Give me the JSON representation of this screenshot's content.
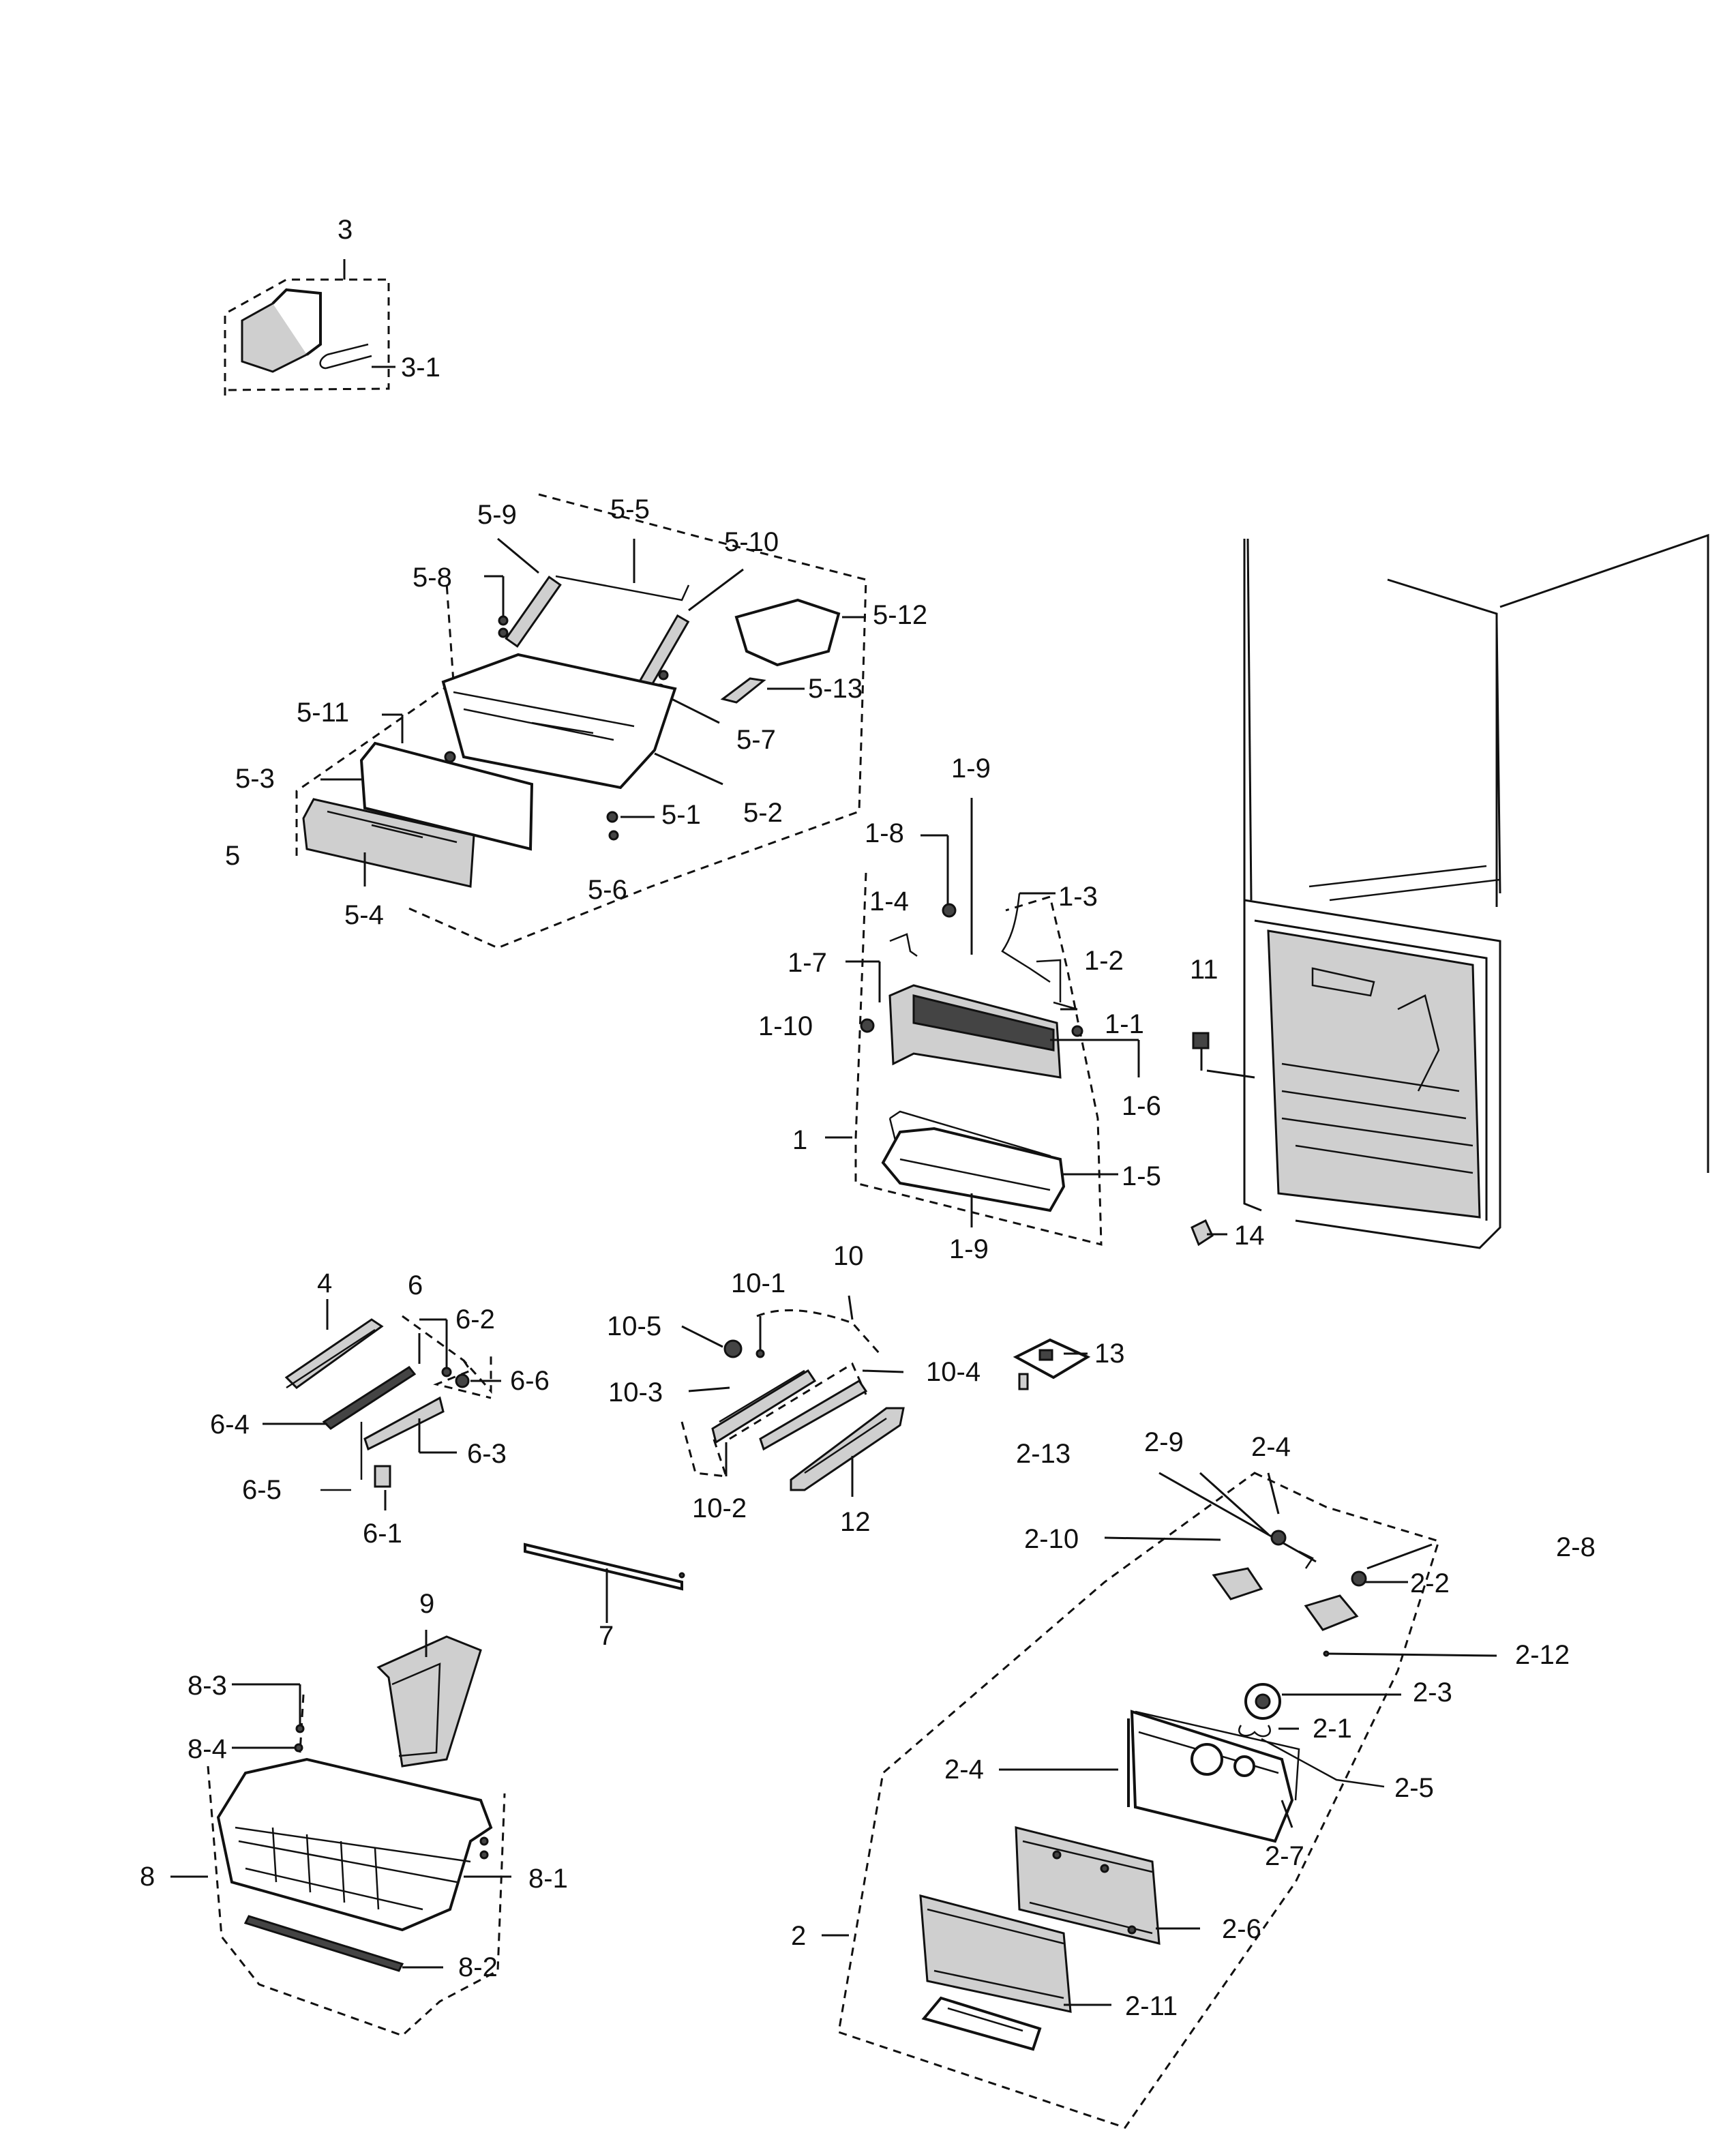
{
  "labels": {
    "l3": "3",
    "l3_1": "3-1",
    "l5_9": "5-9",
    "l5_5": "5-5",
    "l5_10": "5-10",
    "l5_8": "5-8",
    "l5_12": "5-12",
    "l5_13": "5-13",
    "l5_11": "5-11",
    "l5_7": "5-7",
    "l5_3": "5-3",
    "l5_1": "5-1",
    "l5_2": "5-2",
    "l5": "5",
    "l5_6": "5-6",
    "l5_4": "5-4",
    "l1_9a": "1-9",
    "l1_8": "1-8",
    "l1_4": "1-4",
    "l1_3": "1-3",
    "l1_7": "1-7",
    "l1_2": "1-2",
    "l1_10": "1-10",
    "l1_1": "1-1",
    "l1_6": "1-6",
    "l1": "1",
    "l1_5": "1-5",
    "l1_9b": "1-9",
    "l11": "11",
    "l14": "14",
    "l4": "4",
    "l6": "6",
    "l6_2": "6-2",
    "l6_6": "6-6",
    "l6_4": "6-4",
    "l6_3": "6-3",
    "l6_5": "6-5",
    "l6_1": "6-1",
    "l10": "10",
    "l10_1": "10-1",
    "l10_5": "10-5",
    "l10_3": "10-3",
    "l10_4": "10-4",
    "l10_2": "10-2",
    "l12": "12",
    "l13": "13",
    "l2_9": "2-9",
    "l2_4a": "2-4",
    "l2_13": "2-13",
    "l2_10": "2-10",
    "l2_8": "2-8",
    "l2_2": "2-2",
    "l2_12": "2-12",
    "l2_3": "2-3",
    "l2_1": "2-1",
    "l2_4b": "2-4",
    "l2_5": "2-5",
    "l2_7": "2-7",
    "l2_6": "2-6",
    "l2": "2",
    "l2_11": "2-11",
    "l7": "7",
    "l9": "9",
    "l8_3": "8-3",
    "l8_4": "8-4",
    "l8": "8",
    "l8_1": "8-1",
    "l8_2": "8-2"
  }
}
